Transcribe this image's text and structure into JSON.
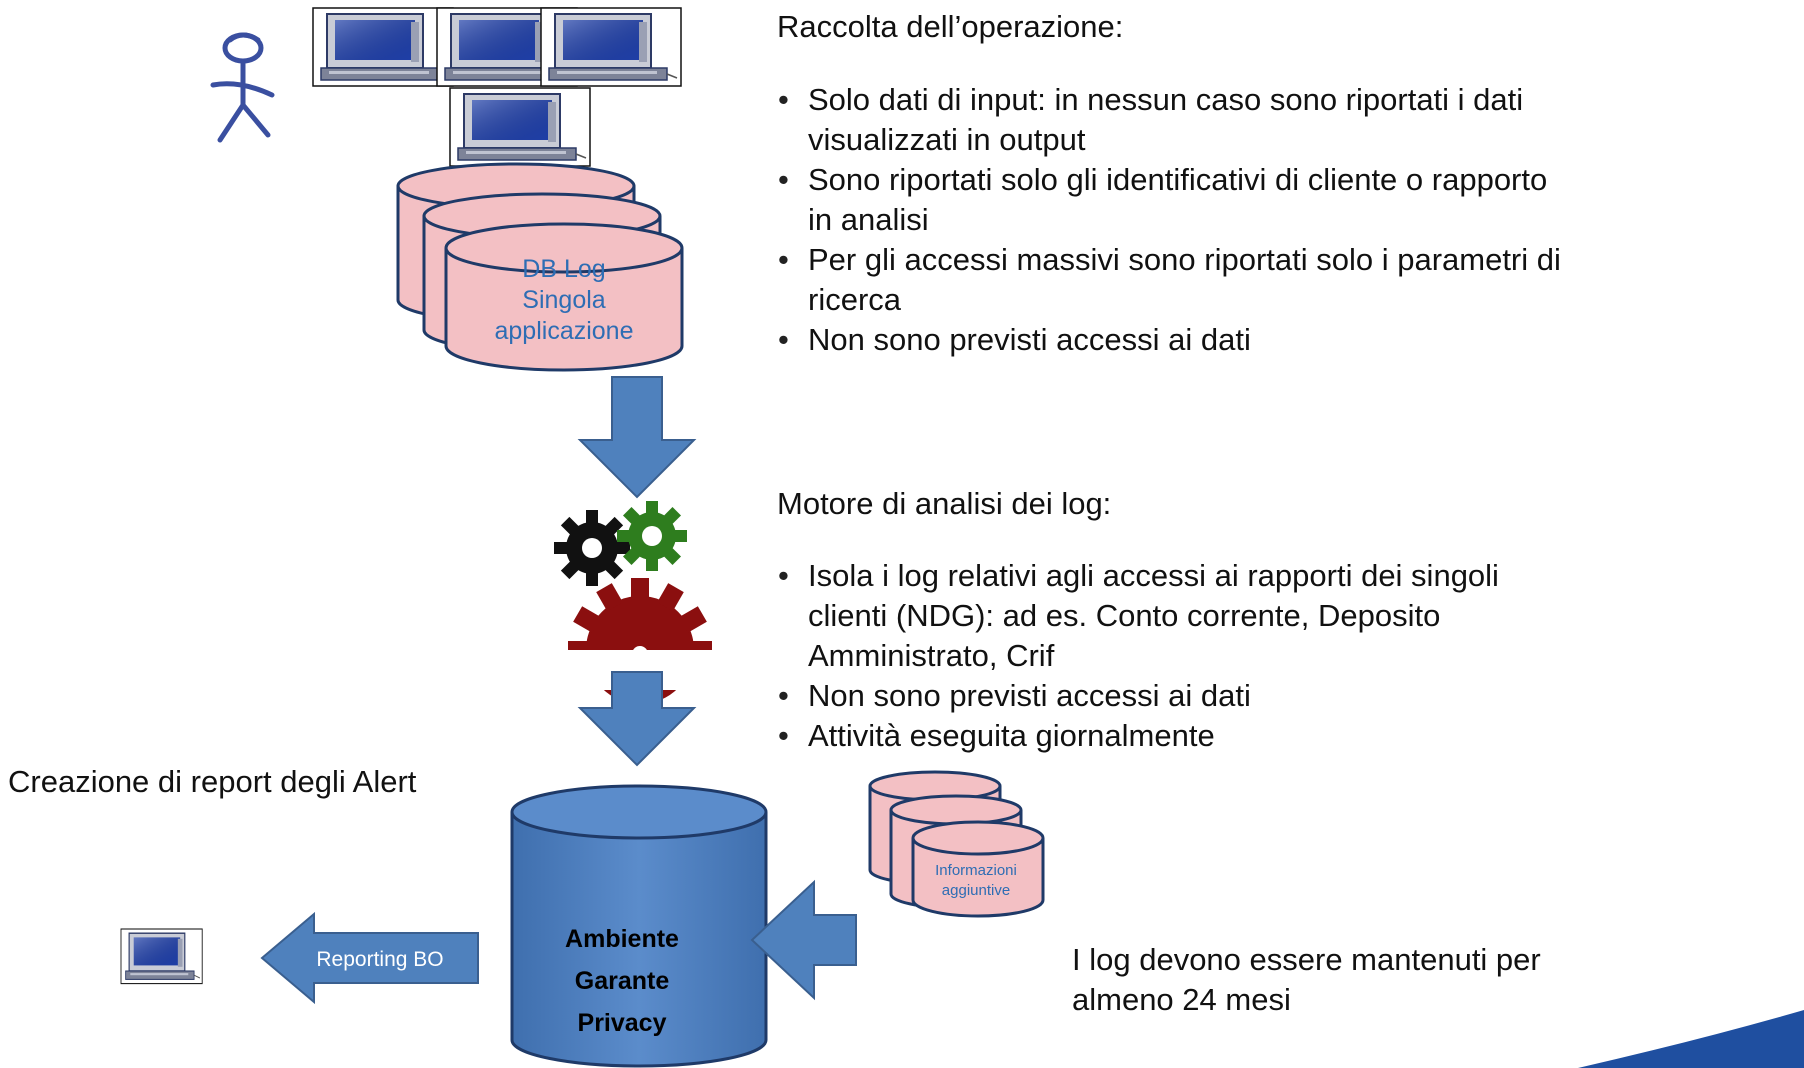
{
  "colors": {
    "db_pink": "#f3c0c4",
    "db_stroke": "#1f3a68",
    "arrow_blue": "#4f81bd",
    "arrow_stroke": "#3a5f8f",
    "label_blue": "#2e6db4",
    "gear_red": "#8b0f0f",
    "gear_green": "#2e7d1e",
    "gear_black": "#111111",
    "corner_blue": "#1f4fa0"
  },
  "top_section": {
    "title": "Raccolta dell’operazione:",
    "bullets": [
      "Solo dati di input: in nessun caso sono riportati i dati visualizzati in output",
      "Sono riportati solo gli identificativi di cliente o rapporto in analisi",
      "Per gli accessi massivi sono riportati solo i parametri di ricerca",
      "Non sono previsti accessi ai dati"
    ]
  },
  "middle_section": {
    "title": "Motore di analisi dei log:",
    "bullets": [
      "Isola i log relativi agli accessi ai rapporti dei singoli clienti (NDG): ad es. Conto corrente, Deposito Amministrato, Crif",
      "Non sono previsti accessi ai dati",
      "Attività eseguita giornalmente"
    ]
  },
  "db_log": {
    "lines": [
      "DB Log",
      "Singola",
      "applicazione"
    ]
  },
  "central_db": {
    "lines": [
      "Ambiente",
      "Garante",
      "Privacy"
    ]
  },
  "extra_db": {
    "lines": [
      "Informazioni",
      "aggiuntive"
    ]
  },
  "reporting_arrow": {
    "label": "Reporting BO"
  },
  "alert_report": {
    "text": "Creazione di report degli  Alert"
  },
  "retention_note": {
    "text": "I log devono essere mantenuti per almeno 24 mesi"
  },
  "icons": {
    "user": "stick-figure-icon",
    "terminal": "computer-terminal-icon",
    "engine": "gears-icon"
  }
}
